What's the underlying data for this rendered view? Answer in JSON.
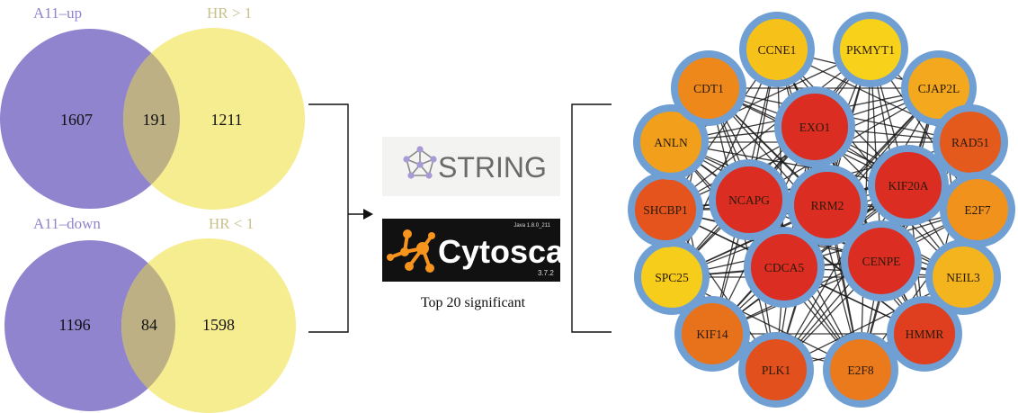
{
  "venn_top": {
    "left_label": "A11–up",
    "right_label": "HR > 1",
    "left_only": "1607",
    "overlap": "191",
    "right_only": "1211"
  },
  "venn_bottom": {
    "left_label": "A11–down",
    "right_label": "HR < 1",
    "left_only": "1196",
    "overlap": "84",
    "right_only": "1598"
  },
  "tools": {
    "string_logo": "STRING",
    "cytoscape_logo": "Cytoscape",
    "cytoscape_version": "3.7.2",
    "cytoscape_java": "Java 1.8.0_211",
    "caption": "Top 20 significant"
  },
  "colors": {
    "venn_left": "#8f84cd",
    "venn_right": "#f6ec90",
    "venn_overlap": "#bcb084",
    "left_label": "#8f84cd",
    "right_label": "#c9c08a",
    "node_ring": "#6f9fd3",
    "edge": "#1a1a1a"
  },
  "network": {
    "outer_nodes": [
      {
        "label": "CCNE1",
        "color": "#f6c21a"
      },
      {
        "label": "PKMYT1",
        "color": "#f8d21a"
      },
      {
        "label": "CJAP2L",
        "color": "#f3a81e"
      },
      {
        "label": "RAD51",
        "color": "#e45a1c"
      },
      {
        "label": "E2F7",
        "color": "#f1921c"
      },
      {
        "label": "NEIL3",
        "color": "#f4b41e"
      },
      {
        "label": "HMMR",
        "color": "#df3f1e"
      },
      {
        "label": "E2F8",
        "color": "#ea7a1b"
      },
      {
        "label": "PLK1",
        "color": "#e2501d"
      },
      {
        "label": "KIF14",
        "color": "#e8721b"
      },
      {
        "label": "SPC25",
        "color": "#f7cd1b"
      },
      {
        "label": "SHCBP1",
        "color": "#e4541c"
      },
      {
        "label": "ANLN",
        "color": "#f29f1c"
      },
      {
        "label": "CDT1",
        "color": "#ee881b"
      }
    ],
    "inner_nodes": [
      {
        "label": "EXO1",
        "color": "#db2d22"
      },
      {
        "label": "KIF20A",
        "color": "#db2d22"
      },
      {
        "label": "CENPE",
        "color": "#db2d22"
      },
      {
        "label": "CDCA5",
        "color": "#db2d22"
      },
      {
        "label": "NCAPG",
        "color": "#db2d22"
      },
      {
        "label": "RRM2",
        "color": "#db2d22"
      }
    ]
  }
}
